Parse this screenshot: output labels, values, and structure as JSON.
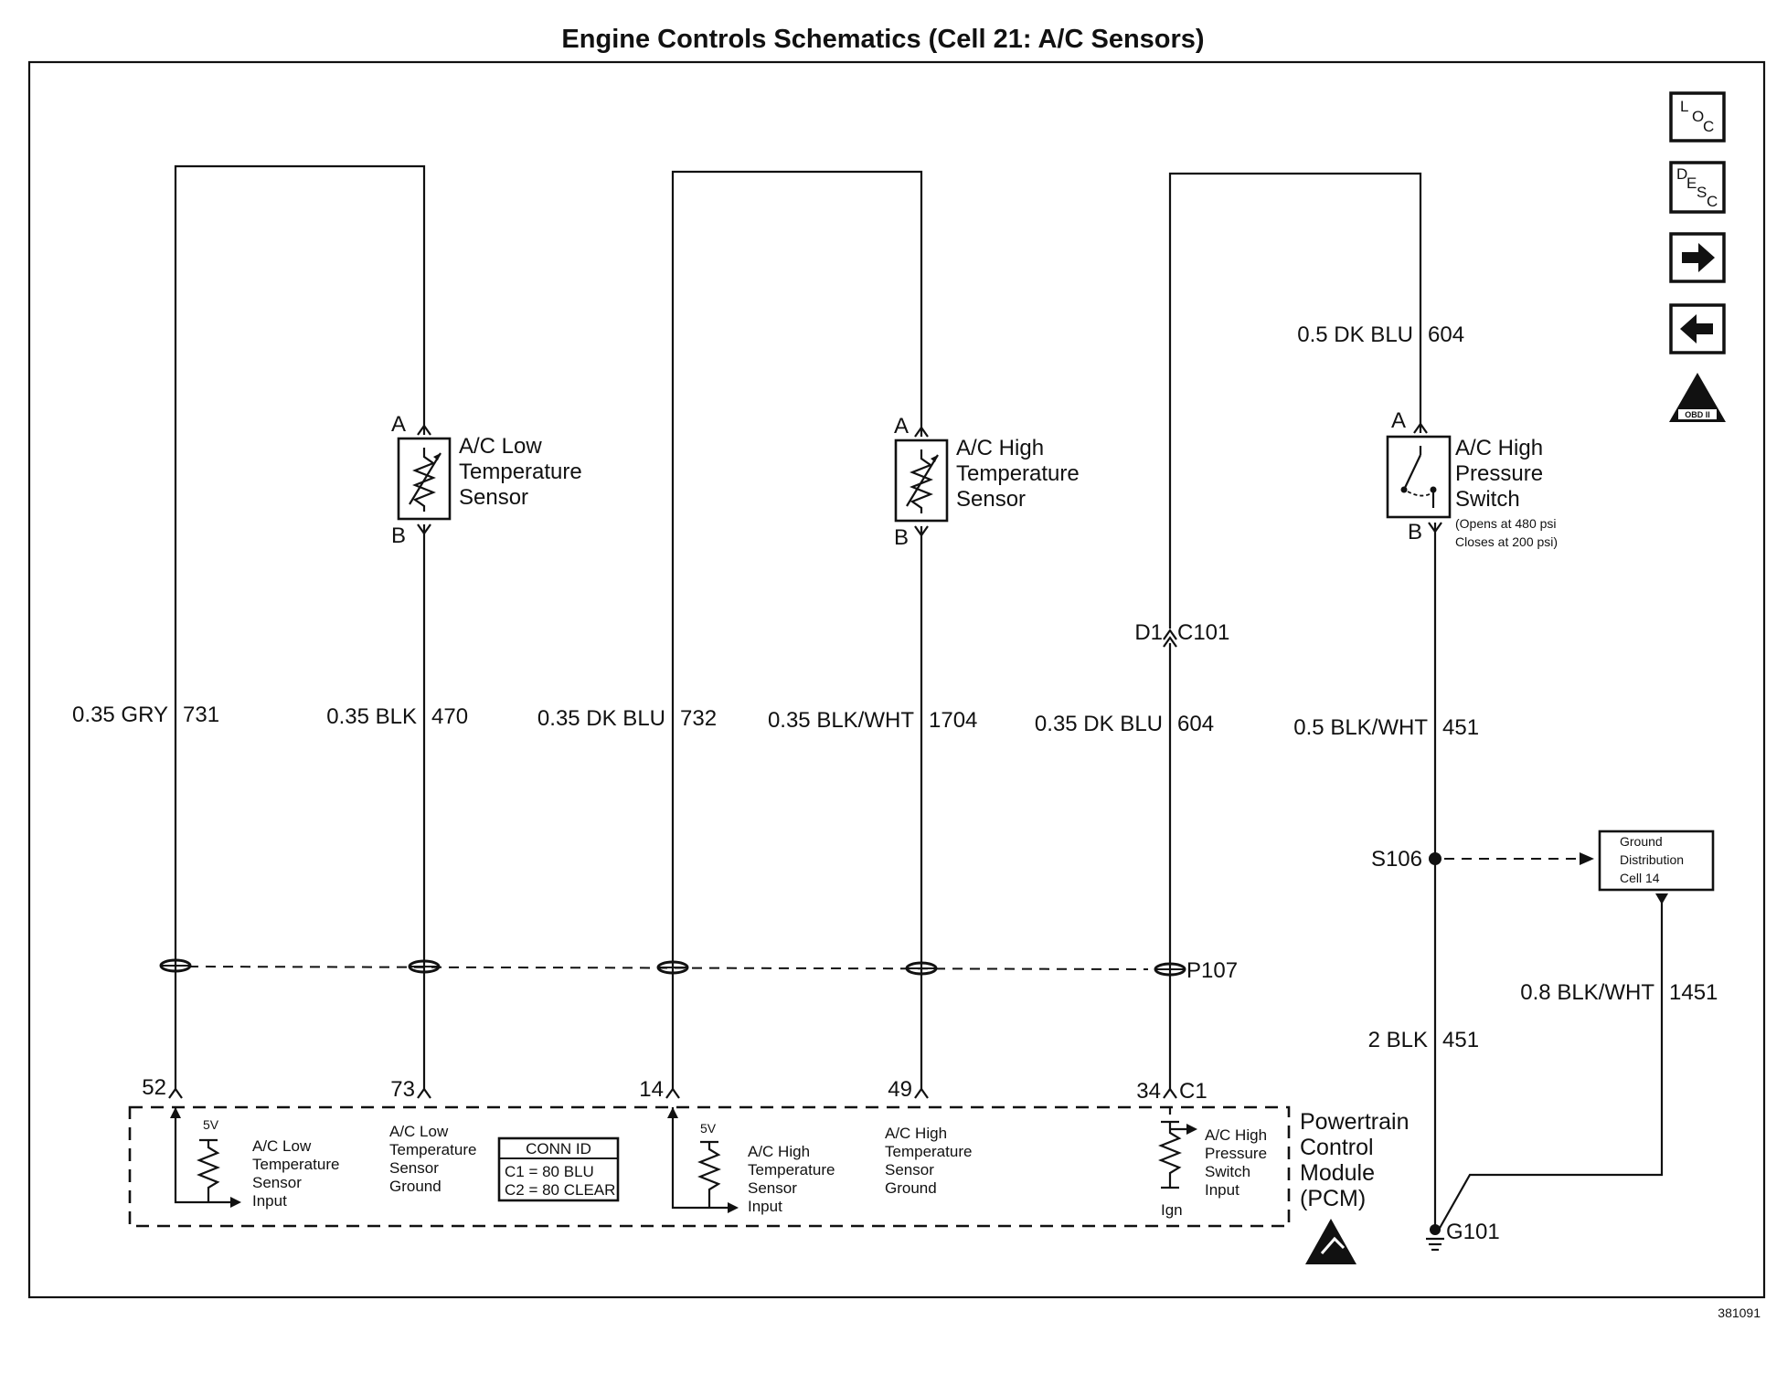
{
  "title": "Engine Controls Schematics (Cell 21: A/C Sensors)",
  "figure_id": "381091",
  "nav_buttons": [
    {
      "name": "loc-button",
      "a": "L",
      "b": "O",
      "c": "C"
    },
    {
      "name": "desc-button",
      "a": "D",
      "b": "E",
      "c": "S",
      "d": "C"
    },
    {
      "name": "next-button",
      "icon": "arrow-right-icon"
    },
    {
      "name": "prev-button",
      "icon": "arrow-left-icon"
    },
    {
      "name": "obd-ii-badge",
      "icon": "obd-ii-warning-icon",
      "text": "OBD II"
    }
  ],
  "components": {
    "low_temp_sensor": {
      "label": [
        "A/C Low",
        "Temperature",
        "Sensor"
      ],
      "pin_a": "A",
      "pin_b": "B"
    },
    "high_temp_sensor": {
      "label": [
        "A/C High",
        "Temperature",
        "Sensor"
      ],
      "pin_a": "A",
      "pin_b": "B"
    },
    "high_pressure_switch": {
      "label": [
        "A/C High",
        "Pressure",
        "Switch"
      ],
      "note": [
        "(Opens at 480 psi",
        "Closes at 200 psi)"
      ],
      "pin_a": "A",
      "pin_b": "B"
    }
  },
  "wires": [
    {
      "gauge_color": "0.35 GRY",
      "circuit": "731"
    },
    {
      "gauge_color": "0.35 BLK",
      "circuit": "470"
    },
    {
      "gauge_color": "0.35 DK BLU",
      "circuit": "732"
    },
    {
      "gauge_color": "0.35 BLK/WHT",
      "circuit": "1704"
    },
    {
      "gauge_color": "0.35 DK BLU",
      "circuit": "604"
    },
    {
      "gauge_color": "0.5 BLK/WHT",
      "circuit": "451"
    },
    {
      "gauge_color": "0.5 DK BLU",
      "circuit": "604"
    },
    {
      "gauge_color": "2 BLK",
      "circuit": "451"
    },
    {
      "gauge_color": "0.8 BLK/WHT",
      "circuit": "1451"
    }
  ],
  "connectors": {
    "d1": "D1",
    "c101": "C101",
    "p107": "P107",
    "s106": "S106",
    "g101": "G101",
    "c1": "C1"
  },
  "pcm_pins": [
    "52",
    "73",
    "14",
    "49",
    "34"
  ],
  "ground_distribution": [
    "Ground",
    "Distribution",
    "Cell 14"
  ],
  "pcm": {
    "name": [
      "Powertrain",
      "Control",
      "Module",
      "(PCM)"
    ],
    "ref_5v_1": "5V",
    "ref_5v_2": "5V",
    "ign": "Ign",
    "internal_labels": {
      "low_input": [
        "A/C Low",
        "Temperature",
        "Sensor",
        "Input"
      ],
      "low_ground": [
        "A/C Low",
        "Temperature",
        "Sensor",
        "Ground"
      ],
      "high_input": [
        "A/C High",
        "Temperature",
        "Sensor",
        "Input"
      ],
      "high_ground": [
        "A/C High",
        "Temperature",
        "Sensor",
        "Ground"
      ],
      "switch_input": [
        "A/C High",
        "Pressure",
        "Switch",
        "Input"
      ]
    },
    "conn_id": {
      "header": "CONN ID",
      "rows": [
        "C1 = 80 BLU",
        "C2 = 80 CLEAR"
      ]
    }
  },
  "colors": {
    "ink": "#111111",
    "paper": "#ffffff"
  }
}
